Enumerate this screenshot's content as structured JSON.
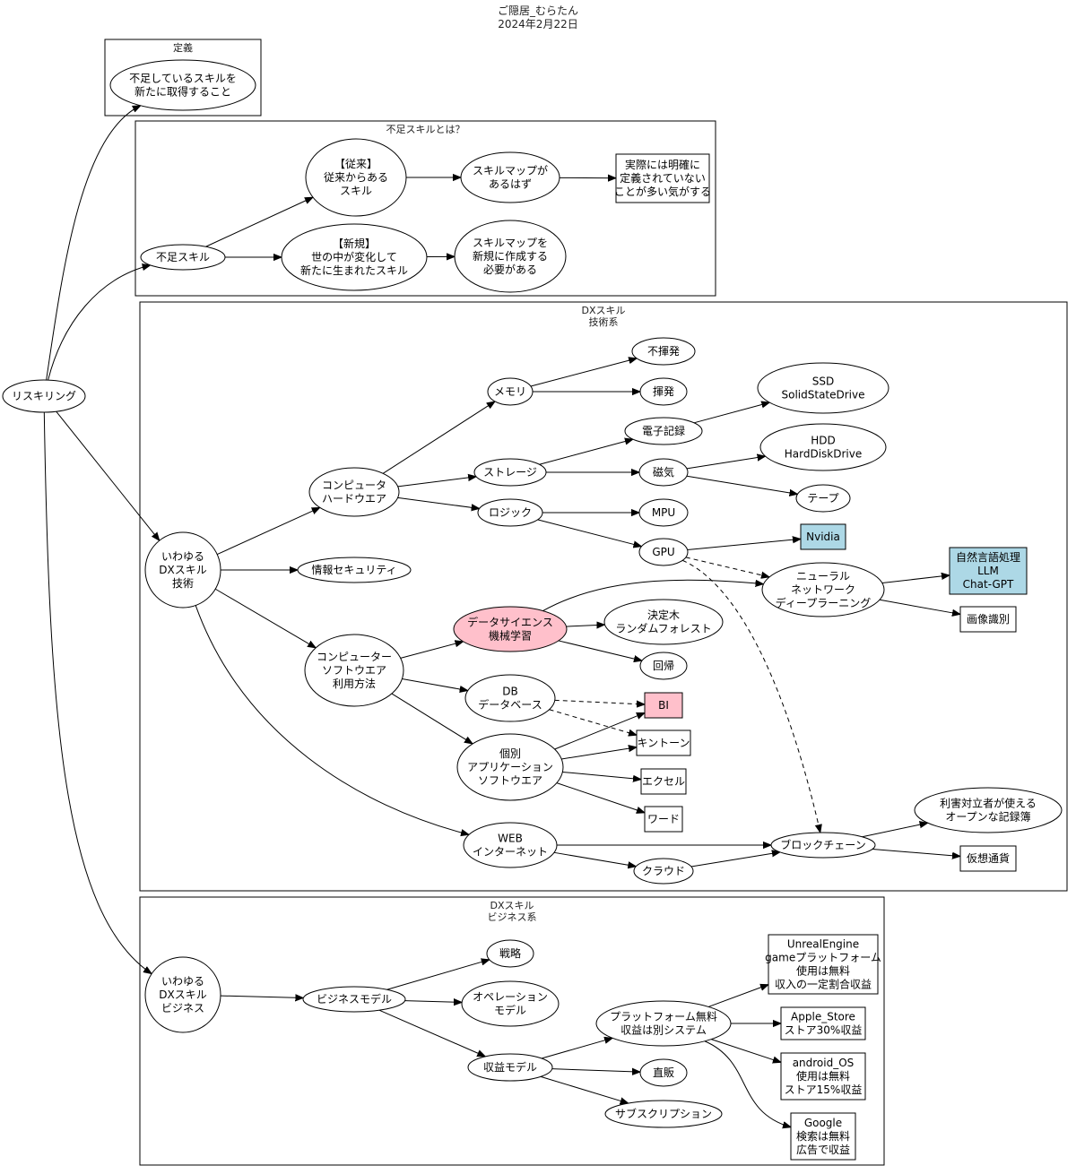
{
  "header": {
    "title_lines": [
      "ご隠居_むらたん",
      "2024年2月22日"
    ]
  },
  "colors": {
    "pink": "#ffc0cb",
    "lightblue": "#add8e6",
    "white": "#ffffff",
    "stroke": "#000000"
  },
  "clusters": [
    {
      "id": "c_def",
      "label_lines": [
        "定義"
      ]
    },
    {
      "id": "c_lack",
      "label_lines": [
        "不足スキルとは？"
      ]
    },
    {
      "id": "c_tech",
      "label_lines": [
        "DXスキル",
        "技術系"
      ]
    },
    {
      "id": "c_biz",
      "label_lines": [
        "DXスキル",
        "ビジネス系"
      ]
    }
  ],
  "nodes": [
    {
      "id": "reskill",
      "shape": "ellipse",
      "fill": "white",
      "lines": [
        "リスキリング"
      ]
    },
    {
      "id": "def1",
      "shape": "ellipse",
      "fill": "white",
      "lines": [
        "不足しているスキルを",
        "新たに取得すること"
      ]
    },
    {
      "id": "lack",
      "shape": "ellipse",
      "fill": "white",
      "lines": [
        "不足スキル"
      ]
    },
    {
      "id": "old",
      "shape": "ellipse",
      "fill": "white",
      "lines": [
        "【従来】",
        "従来からある",
        "スキル"
      ]
    },
    {
      "id": "new",
      "shape": "ellipse",
      "fill": "white",
      "lines": [
        "【新規】",
        "世の中が変化して",
        "新たに生まれたスキル"
      ]
    },
    {
      "id": "map_exist",
      "shape": "ellipse",
      "fill": "white",
      "lines": [
        "スキルマップが",
        "あるはず"
      ]
    },
    {
      "id": "map_new",
      "shape": "ellipse",
      "fill": "white",
      "lines": [
        "スキルマップを",
        "新規に作成する",
        "必要がある"
      ]
    },
    {
      "id": "undefined",
      "shape": "box",
      "fill": "white",
      "lines": [
        "実際には明確に",
        "定義されていない",
        "ことが多い気がする"
      ]
    },
    {
      "id": "dx_tech",
      "shape": "circle",
      "fill": "white",
      "lines": [
        "いわゆる",
        "DXスキル",
        "技術"
      ]
    },
    {
      "id": "hw",
      "shape": "ellipse",
      "fill": "white",
      "lines": [
        "コンピュータ",
        "ハードウエア"
      ]
    },
    {
      "id": "sec",
      "shape": "ellipse",
      "fill": "white",
      "lines": [
        "情報セキュリティ"
      ]
    },
    {
      "id": "sw",
      "shape": "ellipse",
      "fill": "white",
      "lines": [
        "コンピューター",
        "ソフトウエア",
        "利用方法"
      ]
    },
    {
      "id": "memory",
      "shape": "ellipse",
      "fill": "white",
      "lines": [
        "メモリ"
      ]
    },
    {
      "id": "storage",
      "shape": "ellipse",
      "fill": "white",
      "lines": [
        "ストレージ"
      ]
    },
    {
      "id": "logic",
      "shape": "ellipse",
      "fill": "white",
      "lines": [
        "ロジック"
      ]
    },
    {
      "id": "nonvol",
      "shape": "ellipse",
      "fill": "white",
      "lines": [
        "不揮発"
      ]
    },
    {
      "id": "vol",
      "shape": "ellipse",
      "fill": "white",
      "lines": [
        "揮発"
      ]
    },
    {
      "id": "elec",
      "shape": "ellipse",
      "fill": "white",
      "lines": [
        "電子記録"
      ]
    },
    {
      "id": "mag",
      "shape": "ellipse",
      "fill": "white",
      "lines": [
        "磁気"
      ]
    },
    {
      "id": "ssd",
      "shape": "ellipse",
      "fill": "white",
      "lines": [
        "SSD",
        "SolidStateDrive"
      ]
    },
    {
      "id": "hdd",
      "shape": "ellipse",
      "fill": "white",
      "lines": [
        "HDD",
        "HardDiskDrive"
      ]
    },
    {
      "id": "tape",
      "shape": "ellipse",
      "fill": "white",
      "lines": [
        "テープ"
      ]
    },
    {
      "id": "mpu",
      "shape": "ellipse",
      "fill": "white",
      "lines": [
        "MPU"
      ]
    },
    {
      "id": "gpu",
      "shape": "ellipse",
      "fill": "white",
      "lines": [
        "GPU"
      ]
    },
    {
      "id": "nvidia",
      "shape": "box",
      "fill": "lightblue",
      "lines": [
        "Nvidia"
      ]
    },
    {
      "id": "nn",
      "shape": "ellipse",
      "fill": "white",
      "lines": [
        "ニューラル",
        "ネットワーク",
        "ディープラーニング"
      ]
    },
    {
      "id": "nlp",
      "shape": "box",
      "fill": "lightblue",
      "lines": [
        "自然言語処理",
        "LLM",
        "Chat-GPT"
      ]
    },
    {
      "id": "img",
      "shape": "box",
      "fill": "white",
      "lines": [
        "画像識別"
      ]
    },
    {
      "id": "ds",
      "shape": "ellipse",
      "fill": "pink",
      "lines": [
        "データサイエンス",
        "機械学習"
      ]
    },
    {
      "id": "tree",
      "shape": "ellipse",
      "fill": "white",
      "lines": [
        "決定木",
        "ランダムフォレスト"
      ]
    },
    {
      "id": "reg",
      "shape": "ellipse",
      "fill": "white",
      "lines": [
        "回帰"
      ]
    },
    {
      "id": "db",
      "shape": "ellipse",
      "fill": "white",
      "lines": [
        "DB",
        "データベース"
      ]
    },
    {
      "id": "bi",
      "shape": "box",
      "fill": "pink",
      "lines": [
        "BI"
      ]
    },
    {
      "id": "kintone",
      "shape": "box",
      "fill": "white",
      "lines": [
        "キントーン"
      ]
    },
    {
      "id": "app",
      "shape": "ellipse",
      "fill": "white",
      "lines": [
        "個別",
        "アプリケーション",
        "ソフトウエア"
      ]
    },
    {
      "id": "excel",
      "shape": "box",
      "fill": "white",
      "lines": [
        "エクセル"
      ]
    },
    {
      "id": "word",
      "shape": "box",
      "fill": "white",
      "lines": [
        "ワード"
      ]
    },
    {
      "id": "web",
      "shape": "ellipse",
      "fill": "white",
      "lines": [
        "WEB",
        "インターネット"
      ]
    },
    {
      "id": "cloud",
      "shape": "ellipse",
      "fill": "white",
      "lines": [
        "クラウド"
      ]
    },
    {
      "id": "bc",
      "shape": "ellipse",
      "fill": "white",
      "lines": [
        "ブロックチェーン"
      ]
    },
    {
      "id": "ledger",
      "shape": "ellipse",
      "fill": "white",
      "lines": [
        "利害対立者が使える",
        "オープンな記録簿"
      ]
    },
    {
      "id": "crypto",
      "shape": "box",
      "fill": "white",
      "lines": [
        "仮想通貨"
      ]
    },
    {
      "id": "dx_biz",
      "shape": "circle",
      "fill": "white",
      "lines": [
        "いわゆる",
        "DXスキル",
        "ビジネス"
      ]
    },
    {
      "id": "bizmodel",
      "shape": "ellipse",
      "fill": "white",
      "lines": [
        "ビジネスモデル"
      ]
    },
    {
      "id": "strategy",
      "shape": "ellipse",
      "fill": "white",
      "lines": [
        "戦略"
      ]
    },
    {
      "id": "opmodel",
      "shape": "ellipse",
      "fill": "white",
      "lines": [
        "オペレーション",
        "モデル"
      ]
    },
    {
      "id": "revenue",
      "shape": "ellipse",
      "fill": "white",
      "lines": [
        "収益モデル"
      ]
    },
    {
      "id": "platform",
      "shape": "ellipse",
      "fill": "white",
      "lines": [
        "プラットフォーム無料",
        "収益は別システム"
      ]
    },
    {
      "id": "direct",
      "shape": "ellipse",
      "fill": "white",
      "lines": [
        "直販"
      ]
    },
    {
      "id": "subs",
      "shape": "ellipse",
      "fill": "white",
      "lines": [
        "サブスクリプション"
      ]
    },
    {
      "id": "unreal",
      "shape": "box",
      "fill": "white",
      "lines": [
        "UnrealEngine",
        "gameプラットフォーム",
        "使用は無料",
        "収入の一定割合収益"
      ]
    },
    {
      "id": "apple",
      "shape": "box",
      "fill": "white",
      "lines": [
        "Apple_Store",
        "ストア30%収益"
      ]
    },
    {
      "id": "android",
      "shape": "box",
      "fill": "white",
      "lines": [
        "android_OS",
        "使用は無料",
        "ストア15%収益"
      ]
    },
    {
      "id": "google",
      "shape": "box",
      "fill": "white",
      "lines": [
        "Google",
        "検索は無料",
        "広告で収益"
      ]
    }
  ],
  "edges": [
    {
      "from": "reskill",
      "to": "def1",
      "style": "solid"
    },
    {
      "from": "reskill",
      "to": "lack",
      "style": "solid"
    },
    {
      "from": "reskill",
      "to": "dx_tech",
      "style": "solid"
    },
    {
      "from": "reskill",
      "to": "dx_biz",
      "style": "solid"
    },
    {
      "from": "lack",
      "to": "old",
      "style": "solid"
    },
    {
      "from": "lack",
      "to": "new",
      "style": "solid"
    },
    {
      "from": "old",
      "to": "map_exist",
      "style": "solid"
    },
    {
      "from": "map_exist",
      "to": "undefined",
      "style": "solid"
    },
    {
      "from": "new",
      "to": "map_new",
      "style": "solid"
    },
    {
      "from": "dx_tech",
      "to": "hw",
      "style": "solid"
    },
    {
      "from": "dx_tech",
      "to": "sec",
      "style": "solid"
    },
    {
      "from": "dx_tech",
      "to": "sw",
      "style": "solid"
    },
    {
      "from": "dx_tech",
      "to": "web",
      "style": "solid"
    },
    {
      "from": "hw",
      "to": "memory",
      "style": "solid"
    },
    {
      "from": "hw",
      "to": "storage",
      "style": "solid"
    },
    {
      "from": "hw",
      "to": "logic",
      "style": "solid"
    },
    {
      "from": "memory",
      "to": "nonvol",
      "style": "solid"
    },
    {
      "from": "memory",
      "to": "vol",
      "style": "solid"
    },
    {
      "from": "storage",
      "to": "elec",
      "style": "solid"
    },
    {
      "from": "storage",
      "to": "mag",
      "style": "solid"
    },
    {
      "from": "elec",
      "to": "ssd",
      "style": "solid"
    },
    {
      "from": "mag",
      "to": "hdd",
      "style": "solid"
    },
    {
      "from": "mag",
      "to": "tape",
      "style": "solid"
    },
    {
      "from": "logic",
      "to": "mpu",
      "style": "solid"
    },
    {
      "from": "logic",
      "to": "gpu",
      "style": "solid"
    },
    {
      "from": "gpu",
      "to": "nvidia",
      "style": "solid"
    },
    {
      "from": "gpu",
      "to": "nn",
      "style": "dashed"
    },
    {
      "from": "gpu",
      "to": "bc",
      "style": "dashed"
    },
    {
      "from": "nn",
      "to": "nlp",
      "style": "solid"
    },
    {
      "from": "nn",
      "to": "img",
      "style": "solid"
    },
    {
      "from": "sw",
      "to": "ds",
      "style": "solid"
    },
    {
      "from": "sw",
      "to": "db",
      "style": "solid"
    },
    {
      "from": "sw",
      "to": "app",
      "style": "solid"
    },
    {
      "from": "ds",
      "to": "nn",
      "style": "solid"
    },
    {
      "from": "ds",
      "to": "tree",
      "style": "solid"
    },
    {
      "from": "ds",
      "to": "reg",
      "style": "solid"
    },
    {
      "from": "db",
      "to": "bi",
      "style": "dashed"
    },
    {
      "from": "db",
      "to": "kintone",
      "style": "dashed"
    },
    {
      "from": "app",
      "to": "bi",
      "style": "solid"
    },
    {
      "from": "app",
      "to": "kintone",
      "style": "solid"
    },
    {
      "from": "app",
      "to": "excel",
      "style": "solid"
    },
    {
      "from": "app",
      "to": "word",
      "style": "solid"
    },
    {
      "from": "web",
      "to": "bc",
      "style": "solid"
    },
    {
      "from": "web",
      "to": "cloud",
      "style": "solid"
    },
    {
      "from": "cloud",
      "to": "bc",
      "style": "solid"
    },
    {
      "from": "bc",
      "to": "ledger",
      "style": "solid"
    },
    {
      "from": "bc",
      "to": "crypto",
      "style": "solid"
    },
    {
      "from": "dx_biz",
      "to": "bizmodel",
      "style": "solid"
    },
    {
      "from": "bizmodel",
      "to": "strategy",
      "style": "solid"
    },
    {
      "from": "bizmodel",
      "to": "opmodel",
      "style": "solid"
    },
    {
      "from": "bizmodel",
      "to": "revenue",
      "style": "solid"
    },
    {
      "from": "revenue",
      "to": "platform",
      "style": "solid"
    },
    {
      "from": "revenue",
      "to": "direct",
      "style": "solid"
    },
    {
      "from": "revenue",
      "to": "subs",
      "style": "solid"
    },
    {
      "from": "platform",
      "to": "unreal",
      "style": "solid"
    },
    {
      "from": "platform",
      "to": "apple",
      "style": "solid"
    },
    {
      "from": "platform",
      "to": "android",
      "style": "solid"
    },
    {
      "from": "platform",
      "to": "google",
      "style": "solid"
    }
  ]
}
